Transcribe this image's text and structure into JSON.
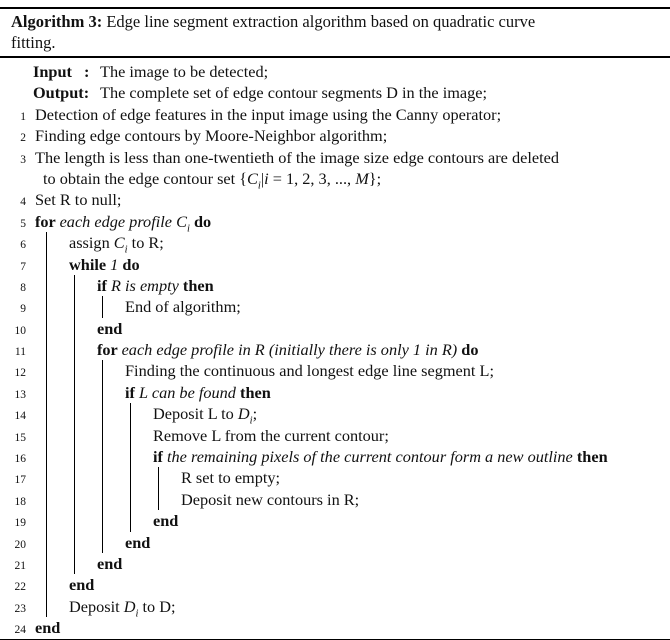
{
  "colors": {
    "background": "#ffffff",
    "text": "#111111",
    "rule": "#000000"
  },
  "header": {
    "label": "Algorithm 3:",
    "title_line1": "Edge line segment extraction algorithm based on quadratic curve",
    "title_line2": "fitting."
  },
  "io": {
    "input_label": "Input",
    "output_word": "Output",
    "colon": ":",
    "input_text": "The image to be detected;",
    "output_text": "The complete set of edge contour segments D in the image;"
  },
  "lines": [
    {
      "num": "1",
      "level": 0,
      "parts": [
        [
          "p",
          "Detection of edge features in the input image using the Canny operator;"
        ]
      ]
    },
    {
      "num": "2",
      "level": 0,
      "parts": [
        [
          "p",
          "Finding edge contours by Moore-Neighbor algorithm;"
        ]
      ]
    },
    {
      "num": "3",
      "level": 0,
      "parts": [
        [
          "p",
          "The length is less than one-twentieth of the image size edge contours are deleted"
        ]
      ]
    },
    {
      "num": "",
      "level": 0,
      "cont": true,
      "parts": [
        [
          "p",
          "to obtain the edge contour set {"
        ],
        [
          "m",
          "C"
        ],
        [
          "sub",
          "i"
        ],
        [
          "p",
          "|"
        ],
        [
          "m",
          "i"
        ],
        [
          "p",
          " = 1, 2, 3, ..., "
        ],
        [
          "m",
          "M"
        ],
        [
          "p",
          "};"
        ]
      ]
    },
    {
      "num": "4",
      "level": 0,
      "parts": [
        [
          "p",
          "Set R to null;"
        ]
      ]
    },
    {
      "num": "5",
      "level": 0,
      "parts": [
        [
          "b",
          "for "
        ],
        [
          "i",
          "each edge profile "
        ],
        [
          "m",
          "C"
        ],
        [
          "sub",
          "i"
        ],
        [
          "b",
          " do"
        ]
      ]
    },
    {
      "num": "6",
      "level": 1,
      "parts": [
        [
          "p",
          "assign "
        ],
        [
          "m",
          "C"
        ],
        [
          "sub",
          "i"
        ],
        [
          "p",
          " to R;"
        ]
      ]
    },
    {
      "num": "7",
      "level": 1,
      "parts": [
        [
          "b",
          "while "
        ],
        [
          "i",
          "1"
        ],
        [
          "b",
          " do"
        ]
      ]
    },
    {
      "num": "8",
      "level": 2,
      "parts": [
        [
          "b",
          "if "
        ],
        [
          "i",
          "R is empty"
        ],
        [
          "b",
          " then"
        ]
      ]
    },
    {
      "num": "9",
      "level": 3,
      "parts": [
        [
          "p",
          "End of algorithm;"
        ]
      ]
    },
    {
      "num": "10",
      "level": 2,
      "parts": [
        [
          "b",
          "end"
        ]
      ]
    },
    {
      "num": "11",
      "level": 2,
      "parts": [
        [
          "b",
          "for "
        ],
        [
          "i",
          "each edge profile in R (initially there is only 1 in R)"
        ],
        [
          "b",
          " do"
        ]
      ]
    },
    {
      "num": "12",
      "level": 3,
      "parts": [
        [
          "p",
          "Finding the continuous and longest edge line segment L;"
        ]
      ]
    },
    {
      "num": "13",
      "level": 3,
      "parts": [
        [
          "b",
          "if "
        ],
        [
          "i",
          "L can be found"
        ],
        [
          "b",
          " then"
        ]
      ]
    },
    {
      "num": "14",
      "level": 4,
      "parts": [
        [
          "p",
          "Deposit L to "
        ],
        [
          "m",
          "D"
        ],
        [
          "sub",
          "i"
        ],
        [
          "p",
          ";"
        ]
      ]
    },
    {
      "num": "15",
      "level": 4,
      "parts": [
        [
          "p",
          "Remove L from the current contour;"
        ]
      ]
    },
    {
      "num": "16",
      "level": 4,
      "parts": [
        [
          "b",
          "if "
        ],
        [
          "i",
          "the remaining pixels of the current contour form a new outline"
        ],
        [
          "b",
          " then"
        ]
      ]
    },
    {
      "num": "17",
      "level": 5,
      "parts": [
        [
          "p",
          "R set to empty;"
        ]
      ]
    },
    {
      "num": "18",
      "level": 5,
      "parts": [
        [
          "p",
          "Deposit new contours in R;"
        ]
      ]
    },
    {
      "num": "19",
      "level": 4,
      "parts": [
        [
          "b",
          "end"
        ]
      ]
    },
    {
      "num": "20",
      "level": 3,
      "parts": [
        [
          "b",
          "end"
        ]
      ]
    },
    {
      "num": "21",
      "level": 2,
      "parts": [
        [
          "b",
          "end"
        ]
      ]
    },
    {
      "num": "22",
      "level": 1,
      "parts": [
        [
          "b",
          "end"
        ]
      ]
    },
    {
      "num": "23",
      "level": 1,
      "parts": [
        [
          "p",
          "Deposit "
        ],
        [
          "m",
          "D"
        ],
        [
          "sub",
          "i"
        ],
        [
          "p",
          " to D;"
        ]
      ]
    },
    {
      "num": "24",
      "level": 0,
      "parts": [
        [
          "b",
          "end"
        ]
      ]
    }
  ]
}
